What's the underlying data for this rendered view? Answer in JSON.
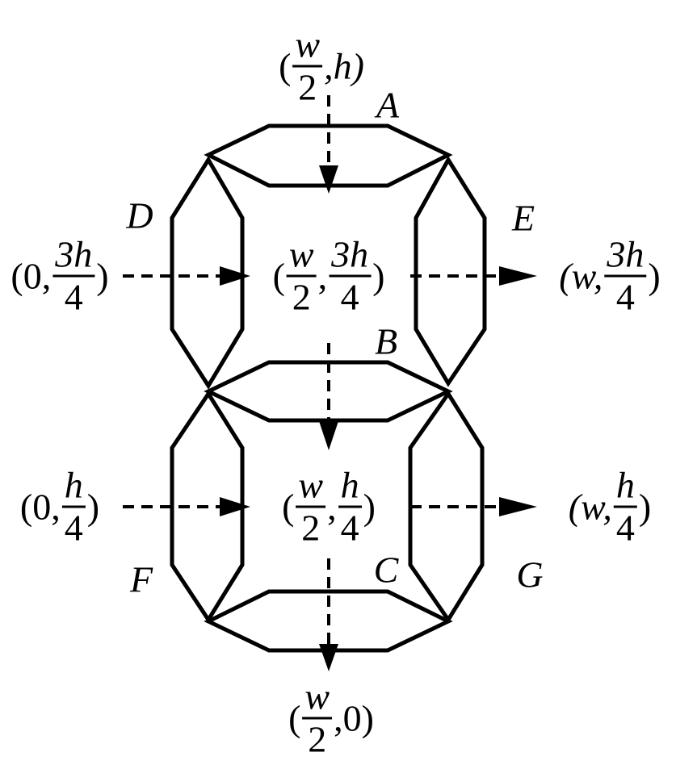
{
  "segments": [
    {
      "label": "A"
    },
    {
      "label": "B"
    },
    {
      "label": "C"
    },
    {
      "label": "D"
    },
    {
      "label": "E"
    },
    {
      "label": "F"
    },
    {
      "label": "G"
    }
  ],
  "points": [
    {
      "name": "top-point",
      "parts": [
        {
          "t": "("
        },
        {
          "n": "w",
          "d": "2"
        },
        {
          "t": ",h)"
        }
      ]
    },
    {
      "name": "left-upper-point",
      "parts": [
        {
          "t": "(0,"
        },
        {
          "n": "3h",
          "d": "4"
        },
        {
          "t": ")"
        }
      ]
    },
    {
      "name": "center-upper-point",
      "parts": [
        {
          "t": "("
        },
        {
          "n": "w",
          "d": "2"
        },
        {
          "t": ","
        },
        {
          "n": "3h",
          "d": "4"
        },
        {
          "t": ")"
        }
      ]
    },
    {
      "name": "right-upper-point",
      "parts": [
        {
          "t": "(w,"
        },
        {
          "n": "3h",
          "d": "4"
        },
        {
          "t": ")"
        }
      ]
    },
    {
      "name": "left-lower-point",
      "parts": [
        {
          "t": "(0,"
        },
        {
          "n": "h",
          "d": "4"
        },
        {
          "t": ")"
        }
      ]
    },
    {
      "name": "center-lower-point",
      "parts": [
        {
          "t": "("
        },
        {
          "n": "w",
          "d": "2"
        },
        {
          "t": ","
        },
        {
          "n": "h",
          "d": "4"
        },
        {
          "t": ")"
        }
      ]
    },
    {
      "name": "right-lower-point",
      "parts": [
        {
          "t": "(w,"
        },
        {
          "n": "h",
          "d": "4"
        },
        {
          "t": ")"
        }
      ]
    },
    {
      "name": "bottom-point",
      "parts": [
        {
          "t": "("
        },
        {
          "n": "w",
          "d": "2"
        },
        {
          "t": ",0)"
        }
      ]
    }
  ]
}
